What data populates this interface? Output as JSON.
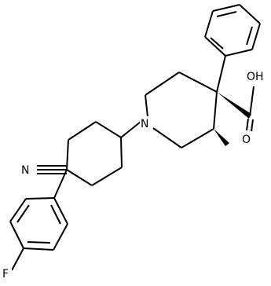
{
  "diagram": {
    "type": "chemical-structure",
    "atom_labels": {
      "carboxylic_acid": "OH",
      "carbonyl_oxygen": "O",
      "piperidine_nitrogen": "N",
      "nitrile_nitrogen": "N",
      "fluorine": "F"
    }
  }
}
